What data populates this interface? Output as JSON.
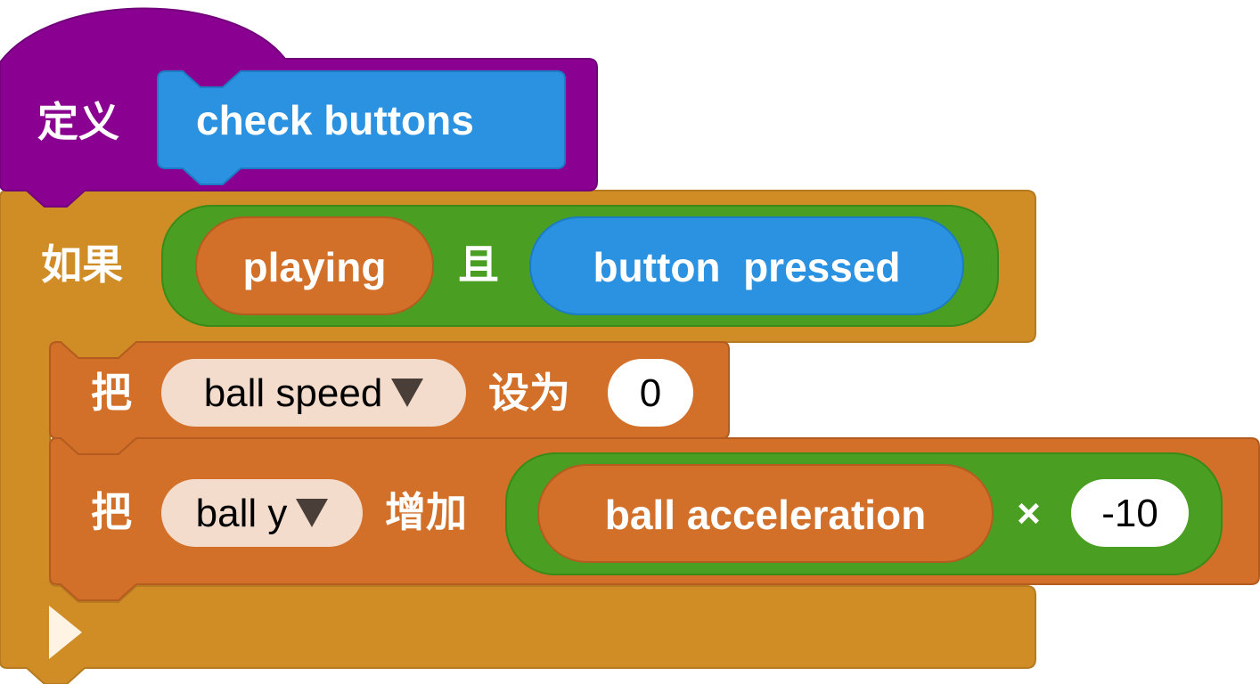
{
  "colors": {
    "define_block": "#8a0091",
    "custom_block": "#2a92e0",
    "control_block": "#d18d25",
    "variable_block": "#d2702a",
    "operator_block": "#4a9f22",
    "dropdown_field": "#f4dccd",
    "number_field": "#ffffff"
  },
  "define": {
    "keyword": "定义",
    "procedure_name": "check buttons"
  },
  "if_block": {
    "keyword": "如果",
    "condition": {
      "left": "playing",
      "operator": "且",
      "right": "button  pressed"
    }
  },
  "set_block": {
    "keyword": "把",
    "variable": "ball speed",
    "action": "设为",
    "value": "0"
  },
  "change_block": {
    "keyword": "把",
    "variable": "ball y",
    "action": "增加",
    "expression": {
      "left": "ball acceleration",
      "operator": "×",
      "right": "-10"
    }
  }
}
